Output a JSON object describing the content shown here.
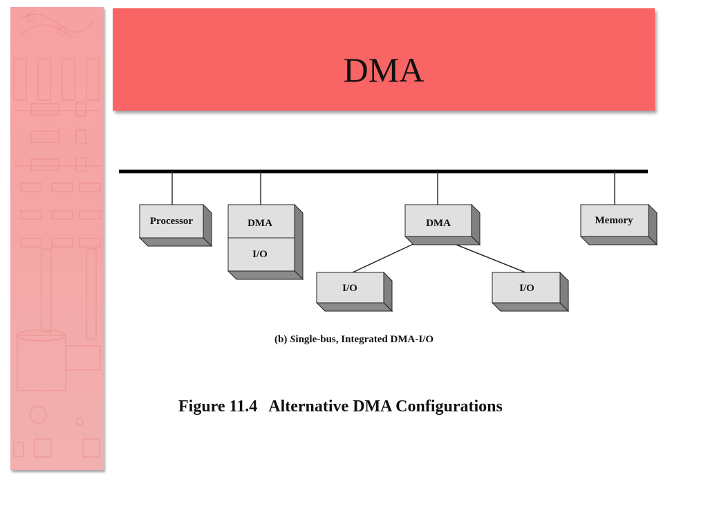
{
  "slide": {
    "title": "DMA"
  },
  "diagram": {
    "components": {
      "processor": "Processor",
      "dma_left": "DMA",
      "io_left": "I/O",
      "dma_center": "DMA",
      "io_center_left": "I/O",
      "io_center_right": "I/O",
      "memory": "Memory"
    },
    "subcaption_prefix": "(b) ",
    "subcaption_italic": "S",
    "subcaption_rest": "ingle-bus, Integrated DMA-I/O"
  },
  "figure": {
    "number": "Figure 11.4",
    "title": "Alternative DMA Configurations"
  },
  "colors": {
    "title_bar": "#f96464",
    "sidebar": "#f4a6a6",
    "box_face": "#e0e0e0",
    "box_side": "#808080"
  }
}
